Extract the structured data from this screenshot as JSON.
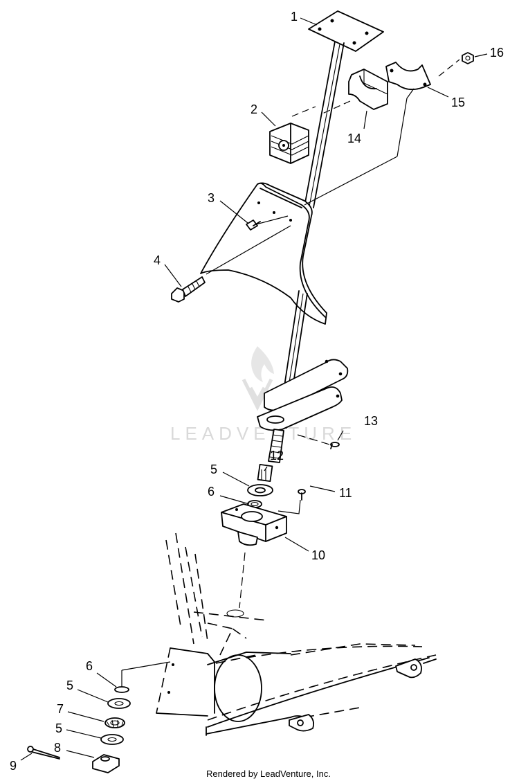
{
  "diagram": {
    "callouts": [
      {
        "id": "1",
        "x": 0,
        "y": 0
      },
      {
        "id": "2"
      },
      {
        "id": "3"
      },
      {
        "id": "4"
      },
      {
        "id": "5"
      },
      {
        "id": "6"
      },
      {
        "id": "7"
      },
      {
        "id": "8"
      },
      {
        "id": "9"
      },
      {
        "id": "10"
      },
      {
        "id": "11"
      },
      {
        "id": "12"
      },
      {
        "id": "13"
      },
      {
        "id": "14"
      },
      {
        "id": "15"
      },
      {
        "id": "16"
      }
    ]
  },
  "labels": {
    "c1": "1",
    "c2": "2",
    "c3": "3",
    "c4": "4",
    "c5a": "5",
    "c5b": "5",
    "c5c": "5",
    "c6a": "6",
    "c6b": "6",
    "c7": "7",
    "c8": "8",
    "c9": "9",
    "c10": "10",
    "c11": "11",
    "c12": "12",
    "c13": "13",
    "c14": "14",
    "c15": "15",
    "c16": "16"
  },
  "watermark": "LEADVENTURE",
  "footer": "Rendered by LeadVenture, Inc."
}
